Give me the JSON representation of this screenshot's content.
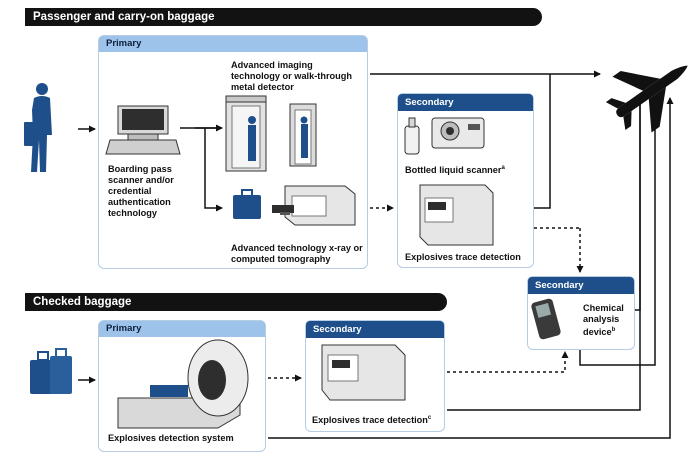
{
  "sections": {
    "passenger": "Passenger and carry-on baggage",
    "checked": "Checked baggage"
  },
  "panels": {
    "primary": "Primary",
    "secondary": "Secondary"
  },
  "labels": {
    "boarding_pass": "Boarding pass scanner and/or credential authentication technology",
    "imaging": "Advanced imaging technology or walk-through metal detector",
    "xray": "Advanced technology x-ray or computed tomography",
    "bottled_liquid": "Bottled liquid scanner",
    "bottled_liquid_note": "a",
    "trace_carry_on": "Explosives trace detection",
    "chemical": "Chemical analysis device",
    "chemical_note": "b",
    "eds": "Explosives detection system",
    "trace_checked": "Explosives trace detection",
    "trace_checked_note": "c"
  },
  "colors": {
    "dark_blue": "#1f4f8a",
    "light_blue": "#9ec3ea",
    "panel_border": "#b6cde4",
    "header_black": "#121212"
  },
  "icons": [
    "passenger-icon",
    "scanner-icon",
    "body-scanner-icon",
    "metal-detector-icon",
    "briefcase-icon",
    "xray-machine-icon",
    "bottle-icon",
    "liquid-scanner-icon",
    "trace-detector-icon",
    "handheld-analyzer-icon",
    "luggage-icon",
    "eds-machine-icon",
    "airplane-icon"
  ]
}
